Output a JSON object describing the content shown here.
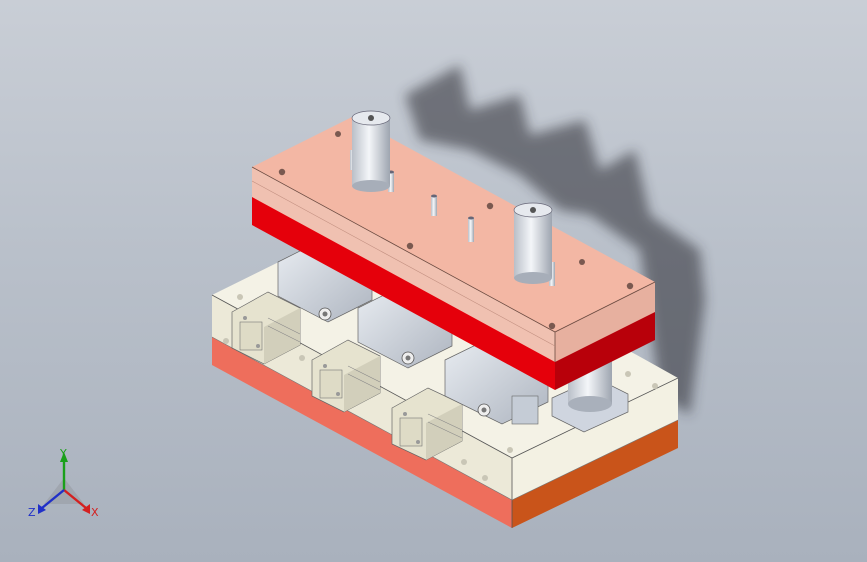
{
  "triad": {
    "x_label": "X",
    "y_label": "Y",
    "z_label": "Z",
    "colors": {
      "x": "#d42020",
      "y": "#1aa01a",
      "z": "#2030c8"
    }
  },
  "colors": {
    "background_top": "#c9ced6",
    "background_bottom": "#a9b1bd",
    "top_plate": "#f2b9a7",
    "red_plate": "#e8000a",
    "base_plate": "#ece9d8",
    "base_bottom": "#f07060",
    "base_side_dark": "#cf5a1e",
    "guide_post": "#d8dde5",
    "cylinder_body": "#e7e4d2",
    "block": "#cfd5df"
  }
}
